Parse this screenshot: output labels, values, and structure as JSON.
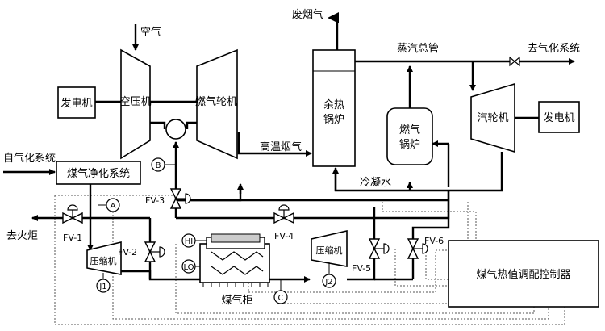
{
  "components": {
    "generator_left": "发电机",
    "air_compressor": "空压机",
    "gas_turbine": "燃气轮机",
    "waste_heat_boiler": "余热锅炉",
    "gas_boiler": "燃气锅炉",
    "steam_turbine": "汽轮机",
    "generator_right": "发电机",
    "gas_cleaning": "煤气净化系统",
    "compressor_j1": "压缩机",
    "compressor_j2": "压缩机",
    "gas_holder": "煤气柜",
    "controller": "煤气热值调配控制器"
  },
  "labels": {
    "air": "空气",
    "exhaust": "废烟气",
    "steam_header": "蒸汽总管",
    "to_gasification": "去气化系统",
    "from_gasification": "自气化系统",
    "high_temp_flue": "高温烟气",
    "condensate": "冷凝水",
    "to_flare": "去火炬"
  },
  "valves": {
    "fv1": "FV-1",
    "fv2": "FV-2",
    "fv3": "FV-3",
    "fv4": "FV-4",
    "fv5": "FV-5",
    "fv6": "FV-6"
  },
  "instruments": {
    "a": "A",
    "b": "B",
    "c": "C",
    "hi": "HI",
    "lo": "LO",
    "j1": "J1",
    "j2": "J2"
  }
}
